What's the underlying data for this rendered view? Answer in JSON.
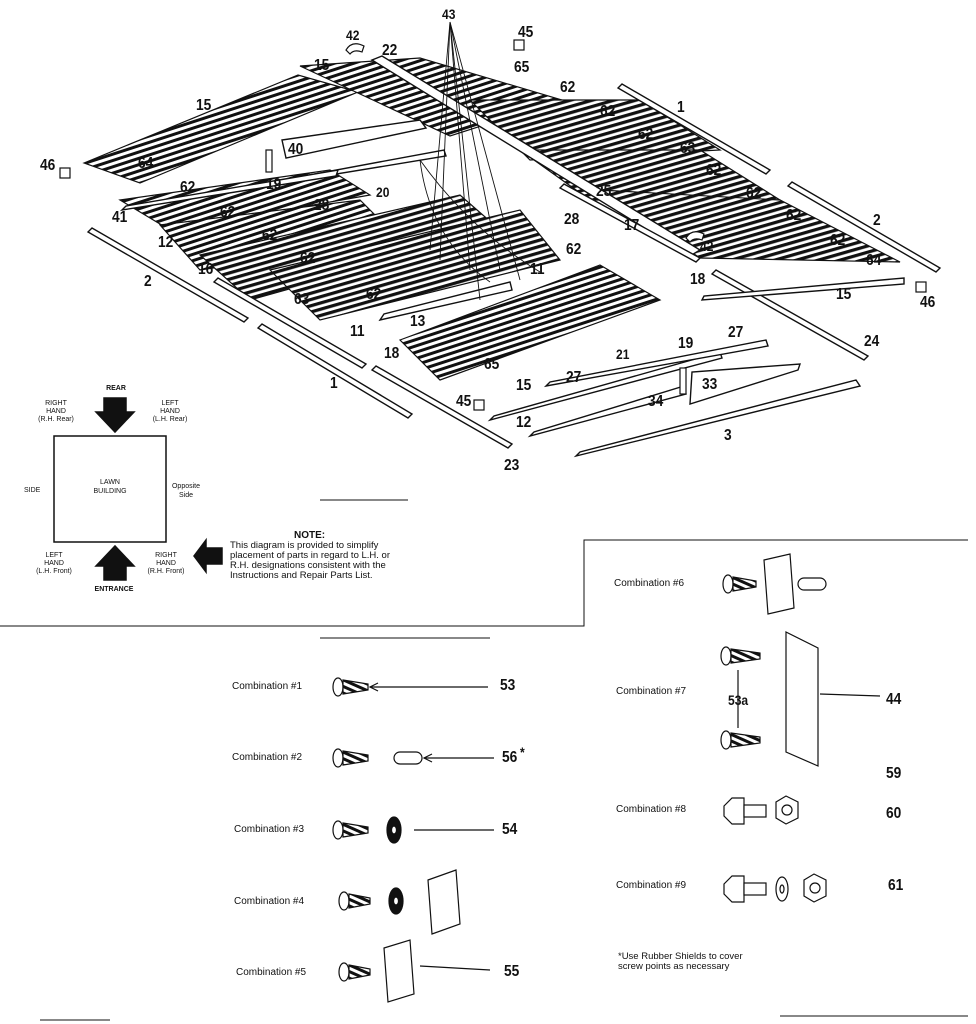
{
  "diagram": {
    "part_numbers": {
      "p43": "43",
      "p42a": "42",
      "p45a": "45",
      "p22": "22",
      "p15a": "15",
      "p65a": "65",
      "p62a": "62",
      "p1a": "1",
      "p15b": "15",
      "p62b": "62",
      "p63a": "63",
      "p40": "40",
      "p46a": "46",
      "p64a": "64",
      "p62c": "62",
      "p19a": "19",
      "p20": "20",
      "p25": "25",
      "p62d": "62",
      "p2a": "2",
      "p41": "41",
      "p62e": "62",
      "p28a": "28",
      "p17": "17",
      "p62f": "62",
      "p12a": "12",
      "p62g": "62",
      "p28b": "28",
      "p42b": "42",
      "p62h": "62",
      "p16": "16",
      "p62i": "62",
      "p62j": "62",
      "p11a": "11",
      "p18a": "18",
      "p64b": "64",
      "p2b": "2",
      "p63b": "63",
      "p62k": "62",
      "p15c": "15",
      "p46b": "46",
      "p11b": "11",
      "p13": "13",
      "p27a": "27",
      "p18b": "18",
      "p62l": "62",
      "p24": "24",
      "p65b": "65",
      "p21": "21",
      "p19b": "19",
      "p1b": "1",
      "p27b": "27",
      "p15d": "15",
      "p33": "33",
      "p45b": "45",
      "p34": "34",
      "p12b": "12",
      "p3": "3",
      "p23": "23",
      "p62m": "62"
    },
    "orientation": {
      "rear": "REAR",
      "rh_rear": "RIGHT\nHAND\n(R.H. Rear)",
      "lh_rear": "LEFT\nHAND\n(L.H. Rear)",
      "building": "LAWN\nBUILDING",
      "side": "SIDE",
      "opposite_side": "Opposite\nSide",
      "lh_front": "LEFT\nHAND\n(L.H. Front)",
      "rh_front": "RIGHT\nHAND\n(R.H. Front)",
      "entrance": "ENTRANCE"
    },
    "note": {
      "heading": "NOTE:",
      "body": "This diagram is provided to simplify placement of parts in regard to L.H. or R.H. designations consistent with the Instructions and Repair Parts List."
    },
    "combinations": {
      "c1": "Combination #1",
      "c2": "Combination #2",
      "c3": "Combination #3",
      "c4": "Combination #4",
      "c5": "Combination #5",
      "c6": "Combination #6",
      "c7": "Combination #7",
      "c8": "Combination #8",
      "c9": "Combination #9"
    },
    "hardware_numbers": {
      "h53": "53",
      "h56": "56",
      "h56_star": "*",
      "h54": "54",
      "h55": "55",
      "h53a": "53a",
      "h44": "44",
      "h59": "59",
      "h60": "60",
      "h61": "61"
    },
    "footnote": "*Use Rubber Shields to cover\nscrew points as necessary"
  }
}
